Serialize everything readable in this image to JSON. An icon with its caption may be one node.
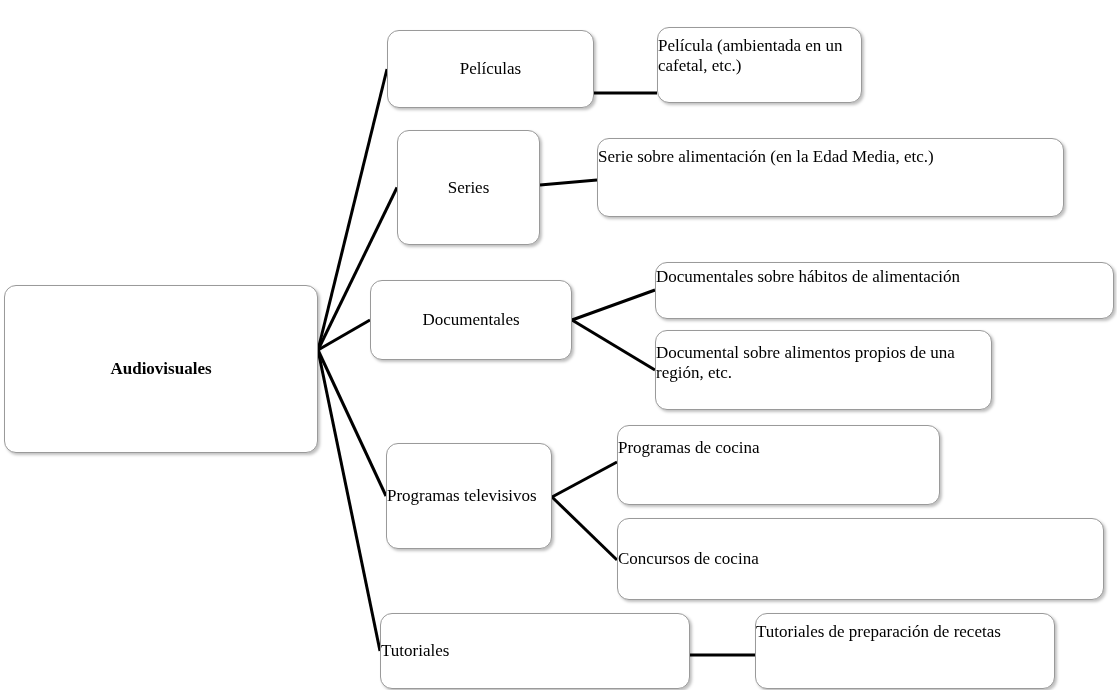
{
  "diagram": {
    "nodes": [
      {
        "text": [
          "Audiovisuales"
        ]
      },
      {
        "text": [
          "Películas"
        ]
      },
      {
        "text": [
          "Series"
        ]
      },
      {
        "text": [
          "Documentales"
        ]
      },
      {
        "text": [
          "Programas televisivos"
        ]
      },
      {
        "text": [
          "Tutoriales"
        ]
      },
      {
        "text": [
          "Película (ambientada en un cafetal, etc.)"
        ]
      },
      {
        "text": [
          "Serie sobre alimentación (en la Edad Media, etc.)"
        ]
      },
      {
        "text": [
          "Documentales sobre hábitos de alimentación"
        ]
      },
      {
        "text": [
          "Documental sobre alimentos propios de una región, etc."
        ]
      },
      {
        "text": [
          "Programas de cocina"
        ]
      },
      {
        "text": [
          "Concursos de cocina"
        ]
      },
      {
        "text": [
          "Tutoriales de preparación de recetas"
        ]
      }
    ],
    "edges": [
      {
        "from": 0,
        "to": 1,
        "arrow": "none"
      },
      {
        "from": 0,
        "to": 2,
        "arrow": "none"
      },
      {
        "from": 0,
        "to": 3,
        "arrow": "none"
      },
      {
        "from": 0,
        "to": 4,
        "arrow": "none"
      },
      {
        "from": 0,
        "to": 5,
        "arrow": "none"
      },
      {
        "from": 1,
        "to": 6,
        "arrow": "none"
      },
      {
        "from": 2,
        "to": 7,
        "arrow": "none"
      },
      {
        "from": 3,
        "to": 8,
        "arrow": "none"
      },
      {
        "from": 3,
        "to": 9,
        "arrow": "none"
      },
      {
        "from": 4,
        "to": 10,
        "arrow": "none"
      },
      {
        "from": 4,
        "to": 11,
        "arrow": "none"
      },
      {
        "from": 5,
        "to": 12,
        "arrow": "none"
      }
    ]
  }
}
